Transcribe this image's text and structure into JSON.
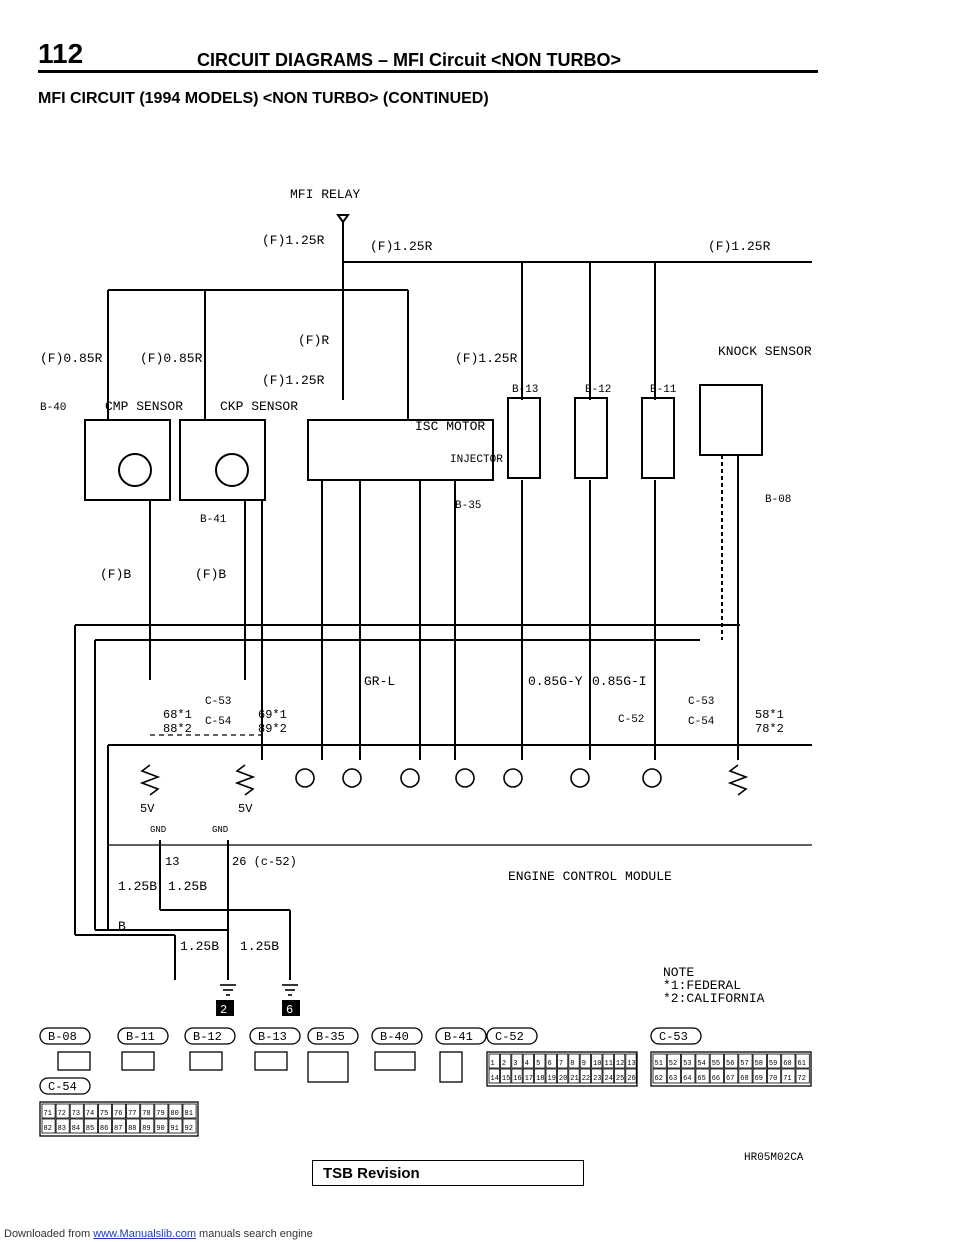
{
  "header": {
    "page_number": "112",
    "title": "CIRCUIT DIAGRAMS – MFI Circuit <NON TURBO>",
    "subtitle": "MFI CIRCUIT (1994 MODELS) <NON TURBO> (CONTINUED)"
  },
  "components": {
    "mfi_relay": "MFI RELAY",
    "knock_sensor": "KNOCK SENSOR",
    "cmp_sensor": "CMP SENSOR",
    "ckp_sensor": "CKP SENSOR",
    "isc_motor": "ISC MOTOR",
    "injector": "INJECTOR",
    "ecm": "ENGINE CONTROL MODULE"
  },
  "wires": {
    "w1": "(F)1.25R",
    "w2": "(F)1.25R",
    "w3": "(F)1.25R",
    "w4": "(F)R",
    "w5": "(F)1.25R",
    "w6": "(F)1.25R",
    "w7": "(F)0.85R",
    "w8": "(F)0.85R",
    "w9": "(F)B",
    "w10": "(F)B",
    "w11": "B",
    "w12": "1.25B",
    "w13": "1.25B",
    "w14": "1.25B",
    "w15": "1.25B",
    "w16": "0.85G-Y",
    "w17": "0.85G-I",
    "w18": "GR-L"
  },
  "connectors": [
    "B-08",
    "B-11",
    "B-12",
    "B-13",
    "B-35",
    "B-40",
    "B-41",
    "C-52",
    "C-53",
    "C-54"
  ],
  "pins": {
    "p13": "13",
    "p26": "26 (c-52)",
    "p68": "68*1",
    "p88": "88*2",
    "p69": "69*1",
    "p89": "89*2",
    "p58": "58*1",
    "p78": "78*2",
    "v5a": "5V",
    "v5b": "5V",
    "gnda": "GND",
    "gndb": "GND"
  },
  "note": {
    "title": "NOTE",
    "line1": "*1:FEDERAL",
    "line2": "*2:CALIFORNIA"
  },
  "ground_marks": [
    "2",
    "6"
  ],
  "c52_pins": [
    "1",
    "2",
    "3",
    "4",
    "5",
    "6",
    "7",
    "8",
    "9",
    "10",
    "11",
    "12",
    "13",
    "14",
    "15",
    "16",
    "17",
    "18",
    "19",
    "20",
    "21",
    "22",
    "23",
    "24",
    "25",
    "26"
  ],
  "c53_pins": [
    "51",
    "52",
    "53",
    "54",
    "55",
    "56",
    "57",
    "58",
    "59",
    "60",
    "61",
    "62",
    "63",
    "64",
    "65",
    "66",
    "67",
    "68",
    "69",
    "70",
    "71",
    "72"
  ],
  "c54_pins": [
    "71",
    "72",
    "73",
    "74",
    "75",
    "76",
    "77",
    "78",
    "79",
    "80",
    "81",
    "82",
    "83",
    "84",
    "85",
    "86",
    "87",
    "88",
    "89",
    "90",
    "91",
    "92"
  ],
  "ref_code": "HR05M02CA",
  "tsb": "TSB Revision",
  "footer": {
    "prefix": "Downloaded from ",
    "link": "www.Manualslib.com",
    "suffix": " manuals search engine"
  }
}
